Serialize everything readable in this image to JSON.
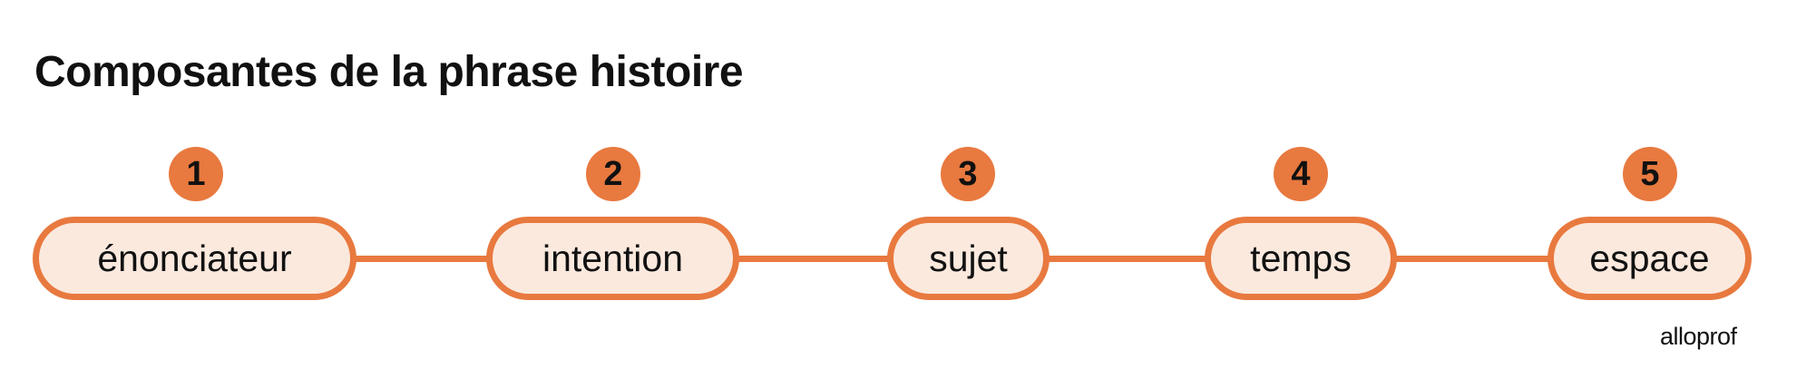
{
  "title": "Composantes de la phrase histoire",
  "steps": [
    {
      "number": "1",
      "label": "énonciateur"
    },
    {
      "number": "2",
      "label": "intention"
    },
    {
      "number": "3",
      "label": "sujet"
    },
    {
      "number": "4",
      "label": "temps"
    },
    {
      "number": "5",
      "label": "espace"
    }
  ],
  "logo": "alloprof",
  "colors": {
    "accent": "#E8793F",
    "pill_fill": "#FBE9DE",
    "text": "#111111"
  }
}
